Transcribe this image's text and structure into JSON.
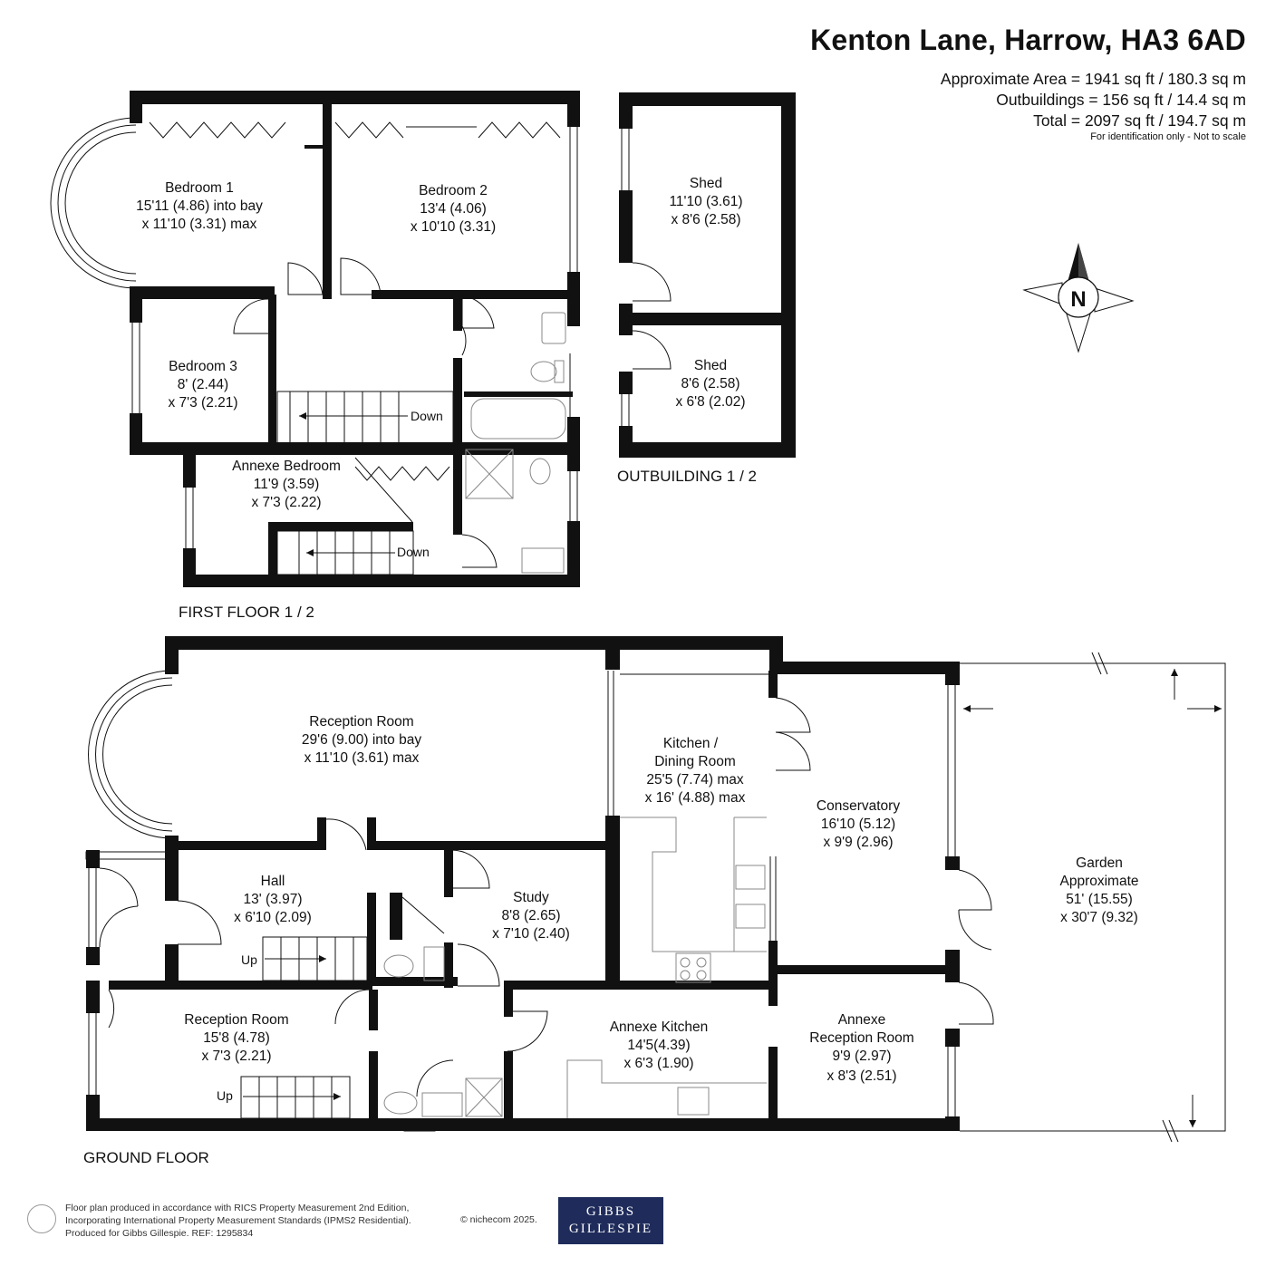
{
  "header": {
    "title": "Kenton Lane, Harrow, HA3 6AD",
    "area_main": "Approximate Area = 1941 sq ft / 180.3 sq m",
    "area_outbuildings": "Outbuildings = 156 sq ft / 14.4 sq m",
    "area_total": "Total = 2097 sq ft / 194.7 sq m",
    "disclaimer": "For identification only - Not to scale"
  },
  "floors": {
    "first": "FIRST FLOOR 1 / 2",
    "outbuilding": "OUTBUILDING 1 / 2",
    "ground": "GROUND FLOOR"
  },
  "compass": {
    "label": "N",
    "icon": "compass-icon"
  },
  "rooms": {
    "bedroom1": {
      "name": "Bedroom 1",
      "dim1": "15'11 (4.86) into bay",
      "dim2": "x 11'10 (3.31) max"
    },
    "bedroom2": {
      "name": "Bedroom 2",
      "dim1": "13'4 (4.06)",
      "dim2": "x 10'10 (3.31)"
    },
    "bedroom3": {
      "name": "Bedroom 3",
      "dim1": "8' (2.44)",
      "dim2": "x 7'3 (2.21)"
    },
    "annexe_bedroom": {
      "name": "Annexe Bedroom",
      "dim1": "11'9 (3.59)",
      "dim2": "x 7'3 (2.22)"
    },
    "shed1": {
      "name": "Shed",
      "dim1": "11'10 (3.61)",
      "dim2": "x 8'6 (2.58)"
    },
    "shed2": {
      "name": "Shed",
      "dim1": "8'6 (2.58)",
      "dim2": "x 6'8 (2.02)"
    },
    "reception1": {
      "name": "Reception Room",
      "dim1": "29'6 (9.00) into bay",
      "dim2": "x 11'10 (3.61) max"
    },
    "kitchen": {
      "name1": "Kitchen /",
      "name2": "Dining Room",
      "dim1": "25'5 (7.74) max",
      "dim2": "x 16' (4.88) max"
    },
    "conservatory": {
      "name": "Conservatory",
      "dim1": "16'10 (5.12)",
      "dim2": "x 9'9 (2.96)"
    },
    "garden": {
      "name1": "Garden",
      "name2": "Approximate",
      "dim1": "51' (15.55)",
      "dim2": "x 30'7 (9.32)"
    },
    "hall": {
      "name": "Hall",
      "dim1": "13' (3.97)",
      "dim2": "x 6'10 (2.09)"
    },
    "study": {
      "name": "Study",
      "dim1": "8'8 (2.65)",
      "dim2": "x 7'10 (2.40)"
    },
    "reception2": {
      "name": "Reception Room",
      "dim1": "15'8 (4.78)",
      "dim2": "x 7'3 (2.21)"
    },
    "annexe_kitchen": {
      "name": "Annexe Kitchen",
      "dim1": "14'5(4.39)",
      "dim2": "x 6'3 (1.90)"
    },
    "annexe_reception": {
      "name1": "Annexe",
      "name2": "Reception Room",
      "dim1": "9'9 (2.97)",
      "dim2": "x 8'3 (2.51)"
    }
  },
  "stairs": {
    "down1": "Down",
    "down2": "Down",
    "up1": "Up",
    "up2": "Up"
  },
  "footer": {
    "line1": "Floor plan produced in accordance with RICS Property Measurement 2nd Edition,",
    "line2": "Incorporating International Property Measurement Standards (IPMS2 Residential).",
    "line3": "Produced for Gibbs Gillespie.   REF:  1295834",
    "copyright": "© nichecom 2025.",
    "logo_line1": "GIBBS",
    "logo_line2": "GILLESPIE"
  }
}
